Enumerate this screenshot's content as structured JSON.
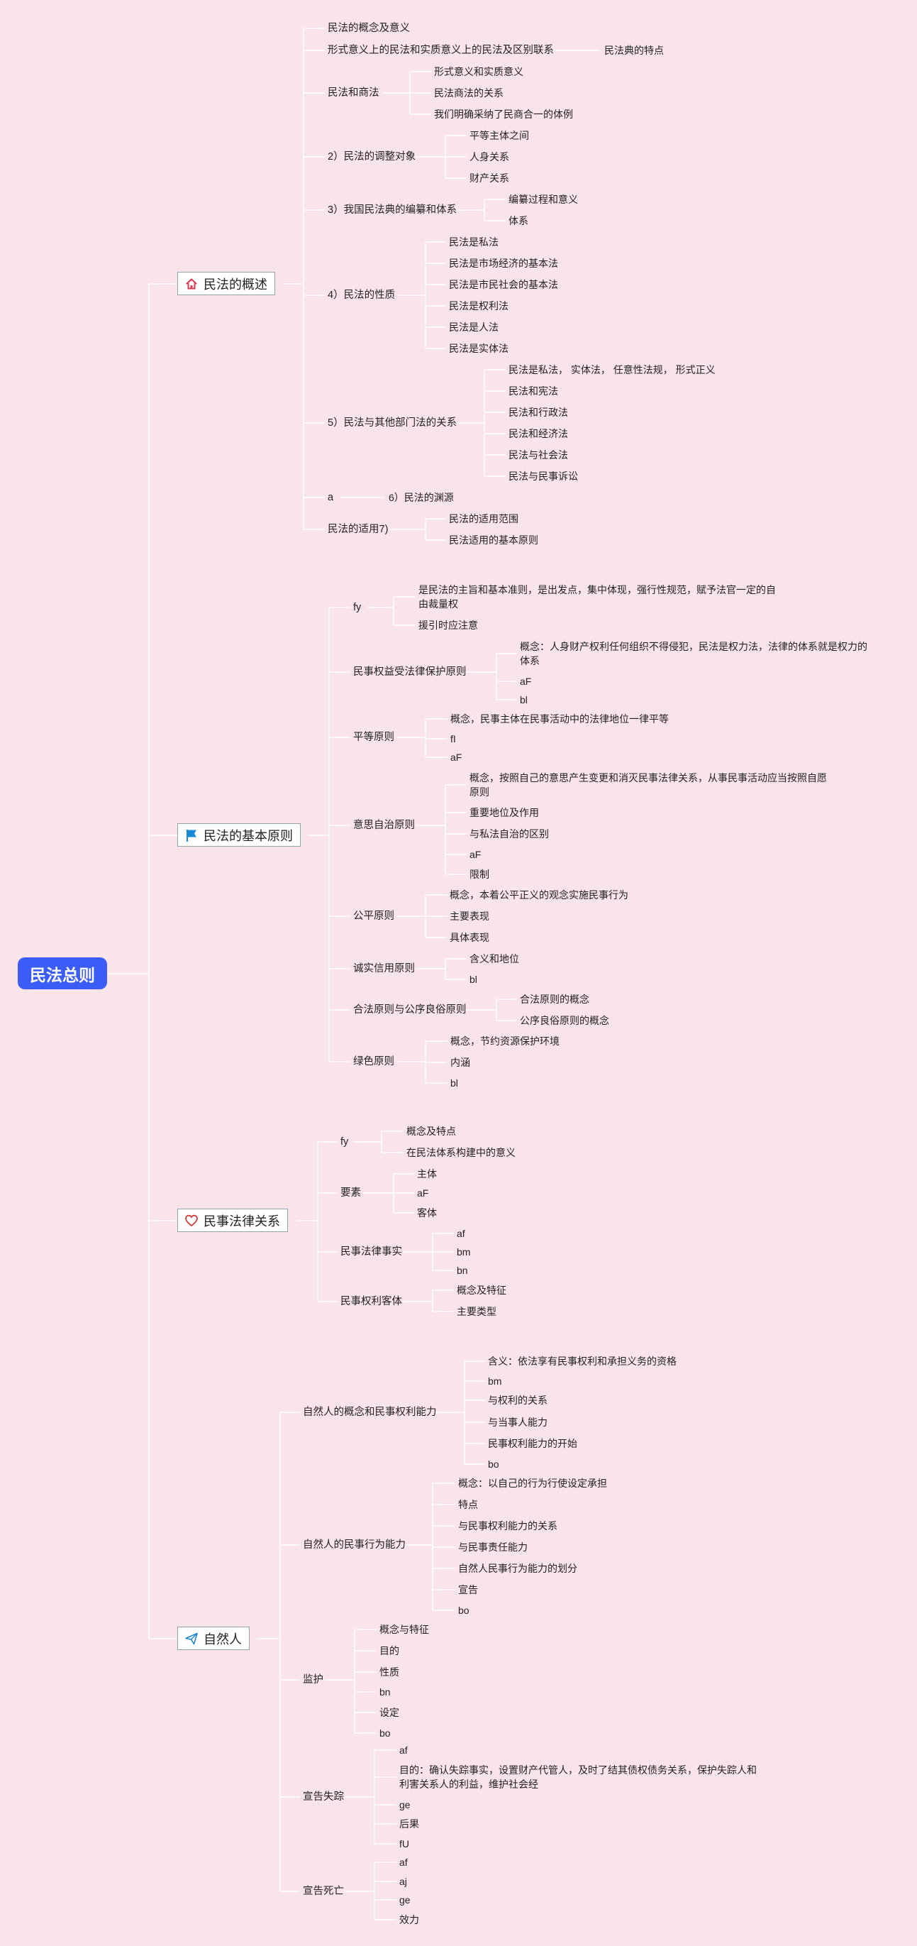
{
  "root": "民法总则",
  "branches": [
    {
      "label": "民法的概述",
      "icon": "house-icon"
    },
    {
      "label": "民法的基本原则",
      "icon": "flag-icon"
    },
    {
      "label": "民事法律关系",
      "icon": "heart-icon"
    },
    {
      "label": "自然人",
      "icon": "paper-plane-icon"
    }
  ],
  "nodes": {
    "b1": {
      "c1": "民法的概念及意义",
      "c2": "形式意义上的民法和实质意义上的民法及区别联系",
      "c2a": "民法典的特点",
      "c3": "民法和商法",
      "c3a": "形式意义和实质意义",
      "c3b": "民法商法的关系",
      "c3c": "我们明确采纳了民商合一的体例",
      "c4": "2）民法的调整对象",
      "c4a": "平等主体之间",
      "c4b": "人身关系",
      "c4c": "财产关系",
      "c5": "3）我国民法典的编纂和体系",
      "c5a": "编纂过程和意义",
      "c5b": "体系",
      "c6": "4）民法的性质",
      "c6a": "民法是私法",
      "c6b": "民法是市场经济的基本法",
      "c6c": "民法是市民社会的基本法",
      "c6d": "民法是权利法",
      "c6e": "民法是人法",
      "c6f": "民法是实体法",
      "c7": "5）民法与其他部门法的关系",
      "c7a": "民法是私法， 实体法， 任意性法规， 形式正义",
      "c7b": "民法和宪法",
      "c7c": "民法和行政法",
      "c7d": "民法和经济法",
      "c7e": "民法与社会法",
      "c7f": "民法与民事诉讼",
      "c8": "a",
      "c8a": "6）民法的渊源",
      "c9": "民法的适用7)",
      "c9a": "民法的适用范围",
      "c9b": "民法适用的基本原则"
    },
    "b2": {
      "c1": "fy",
      "c1a": "是民法的主旨和基本准则，是出发点，集中体现，强行性规范，赋予法官一定的自由裁量权",
      "c1b": "援引时应注意",
      "c2": "民事权益受法律保护原则",
      "c2a": "概念：人身财产权利任何组织不得侵犯，民法是权力法，法律的体系就是权力的体系",
      "c2b": "aF",
      "c2c": "bl",
      "c3": "平等原则",
      "c3a": "概念，民事主体在民事活动中的法律地位一律平等",
      "c3b": "fI",
      "c3c": "aF",
      "c4": "意思自治原则",
      "c4a": "概念，按照自己的意思产生变更和消灭民事法律关系，从事民事活动应当按照自愿原则",
      "c4b": "重要地位及作用",
      "c4c": "与私法自治的区别",
      "c4d": "aF",
      "c4e": "限制",
      "c5": "公平原则",
      "c5a": "概念，本着公平正义的观念实施民事行为",
      "c5b": "主要表现",
      "c5c": "具体表现",
      "c6": "诚实信用原则",
      "c6a": "含义和地位",
      "c6b": "bl",
      "c7": "合法原则与公序良俗原则",
      "c7a": "合法原则的概念",
      "c7b": "公序良俗原则的概念",
      "c8": "绿色原则",
      "c8a": "概念，节约资源保护环境",
      "c8b": "内涵",
      "c8c": "bl"
    },
    "b3": {
      "c1": "fy",
      "c1a": "概念及特点",
      "c1b": "在民法体系构建中的意义",
      "c2": "要素",
      "c2a": "主体",
      "c2b": "aF",
      "c2c": "客体",
      "c3": "民事法律事实",
      "c3a": "af",
      "c3b": "bm",
      "c3c": "bn",
      "c4": "民事权利客体",
      "c4a": "概念及特征",
      "c4b": "主要类型"
    },
    "b4": {
      "c1": "自然人的概念和民事权利能力",
      "c1a": "含义：依法享有民事权利和承担义务的资格",
      "c1b": "bm",
      "c1c": "与权利的关系",
      "c1d": "与当事人能力",
      "c1e": "民事权利能力的开始",
      "c1f": "bo",
      "c2": "自然人的民事行为能力",
      "c2a": "概念：以自己的行为行使设定承担",
      "c2b": "特点",
      "c2c": "与民事权利能力的关系",
      "c2d": "与民事责任能力",
      "c2e": "自然人民事行为能力的划分",
      "c2f": "宣告",
      "c2g": "bo",
      "c3": "监护",
      "c3a": "概念与特征",
      "c3b": "目的",
      "c3c": "性质",
      "c3d": "bn",
      "c3e": "设定",
      "c3f": "bo",
      "c4": "宣告失踪",
      "c4a": "af",
      "c4b": "目的：确认失踪事实，设置财产代管人，及时了结其债权债务关系，保护失踪人和利害关系人的利益，维护社会经",
      "c4c": "ge",
      "c4d": "后果",
      "c4e": "fU",
      "c5": "宣告死亡",
      "c5a": "af",
      "c5b": "aj",
      "c5c": "ge",
      "c5d": "效力"
    }
  }
}
